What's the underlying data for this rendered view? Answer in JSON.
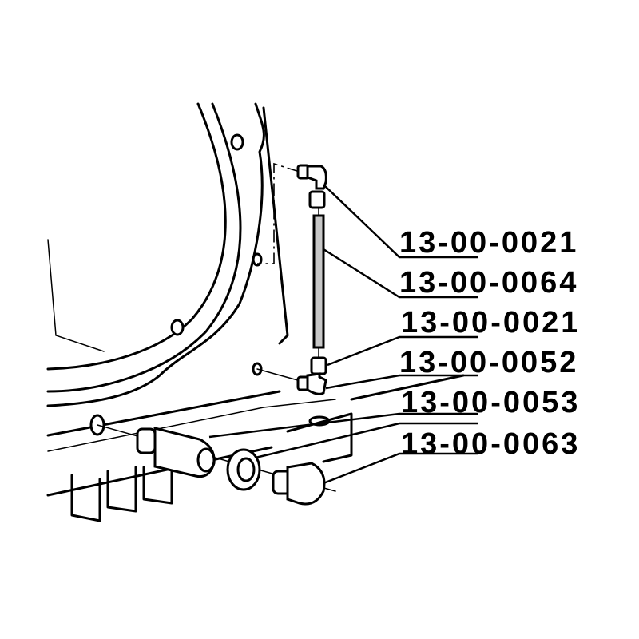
{
  "diagram": {
    "type": "exploded-parts-illustration",
    "colors": {
      "line": "#000000",
      "background": "#ffffff",
      "tube_fill": "#c8c8c8"
    },
    "callouts": [
      {
        "part_number": "13-00-0021",
        "points_to": "upper elbow fitting nut"
      },
      {
        "part_number": "13-00-0064",
        "points_to": "tube"
      },
      {
        "part_number": "13-00-0021",
        "points_to": "lower elbow fitting nut"
      },
      {
        "part_number": "13-00-0052",
        "points_to": "lower elbow fitting"
      },
      {
        "part_number": "13-00-0053",
        "points_to": "sealing washer"
      },
      {
        "part_number": "13-00-0063",
        "points_to": "drain plug"
      }
    ]
  }
}
